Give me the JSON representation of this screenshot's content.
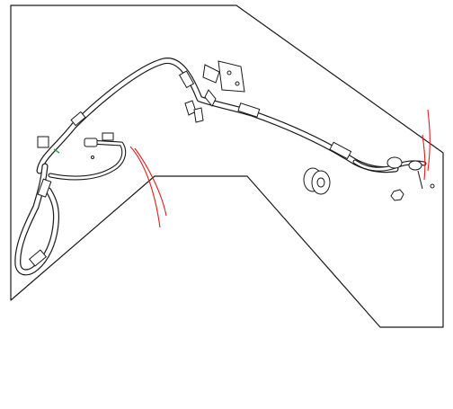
{
  "diagram": {
    "colors": {
      "line": "#1a1a1a",
      "background": "#ffffff",
      "callout_red": "#e02020",
      "marker_green": "#21a845"
    },
    "components": [
      "parts-panel",
      "return-hose",
      "pressure-hose",
      "mounting-bracket",
      "hose-clip",
      "pump-connector",
      "rubber-bushing",
      "retaining-nut",
      "callout-lines"
    ]
  }
}
